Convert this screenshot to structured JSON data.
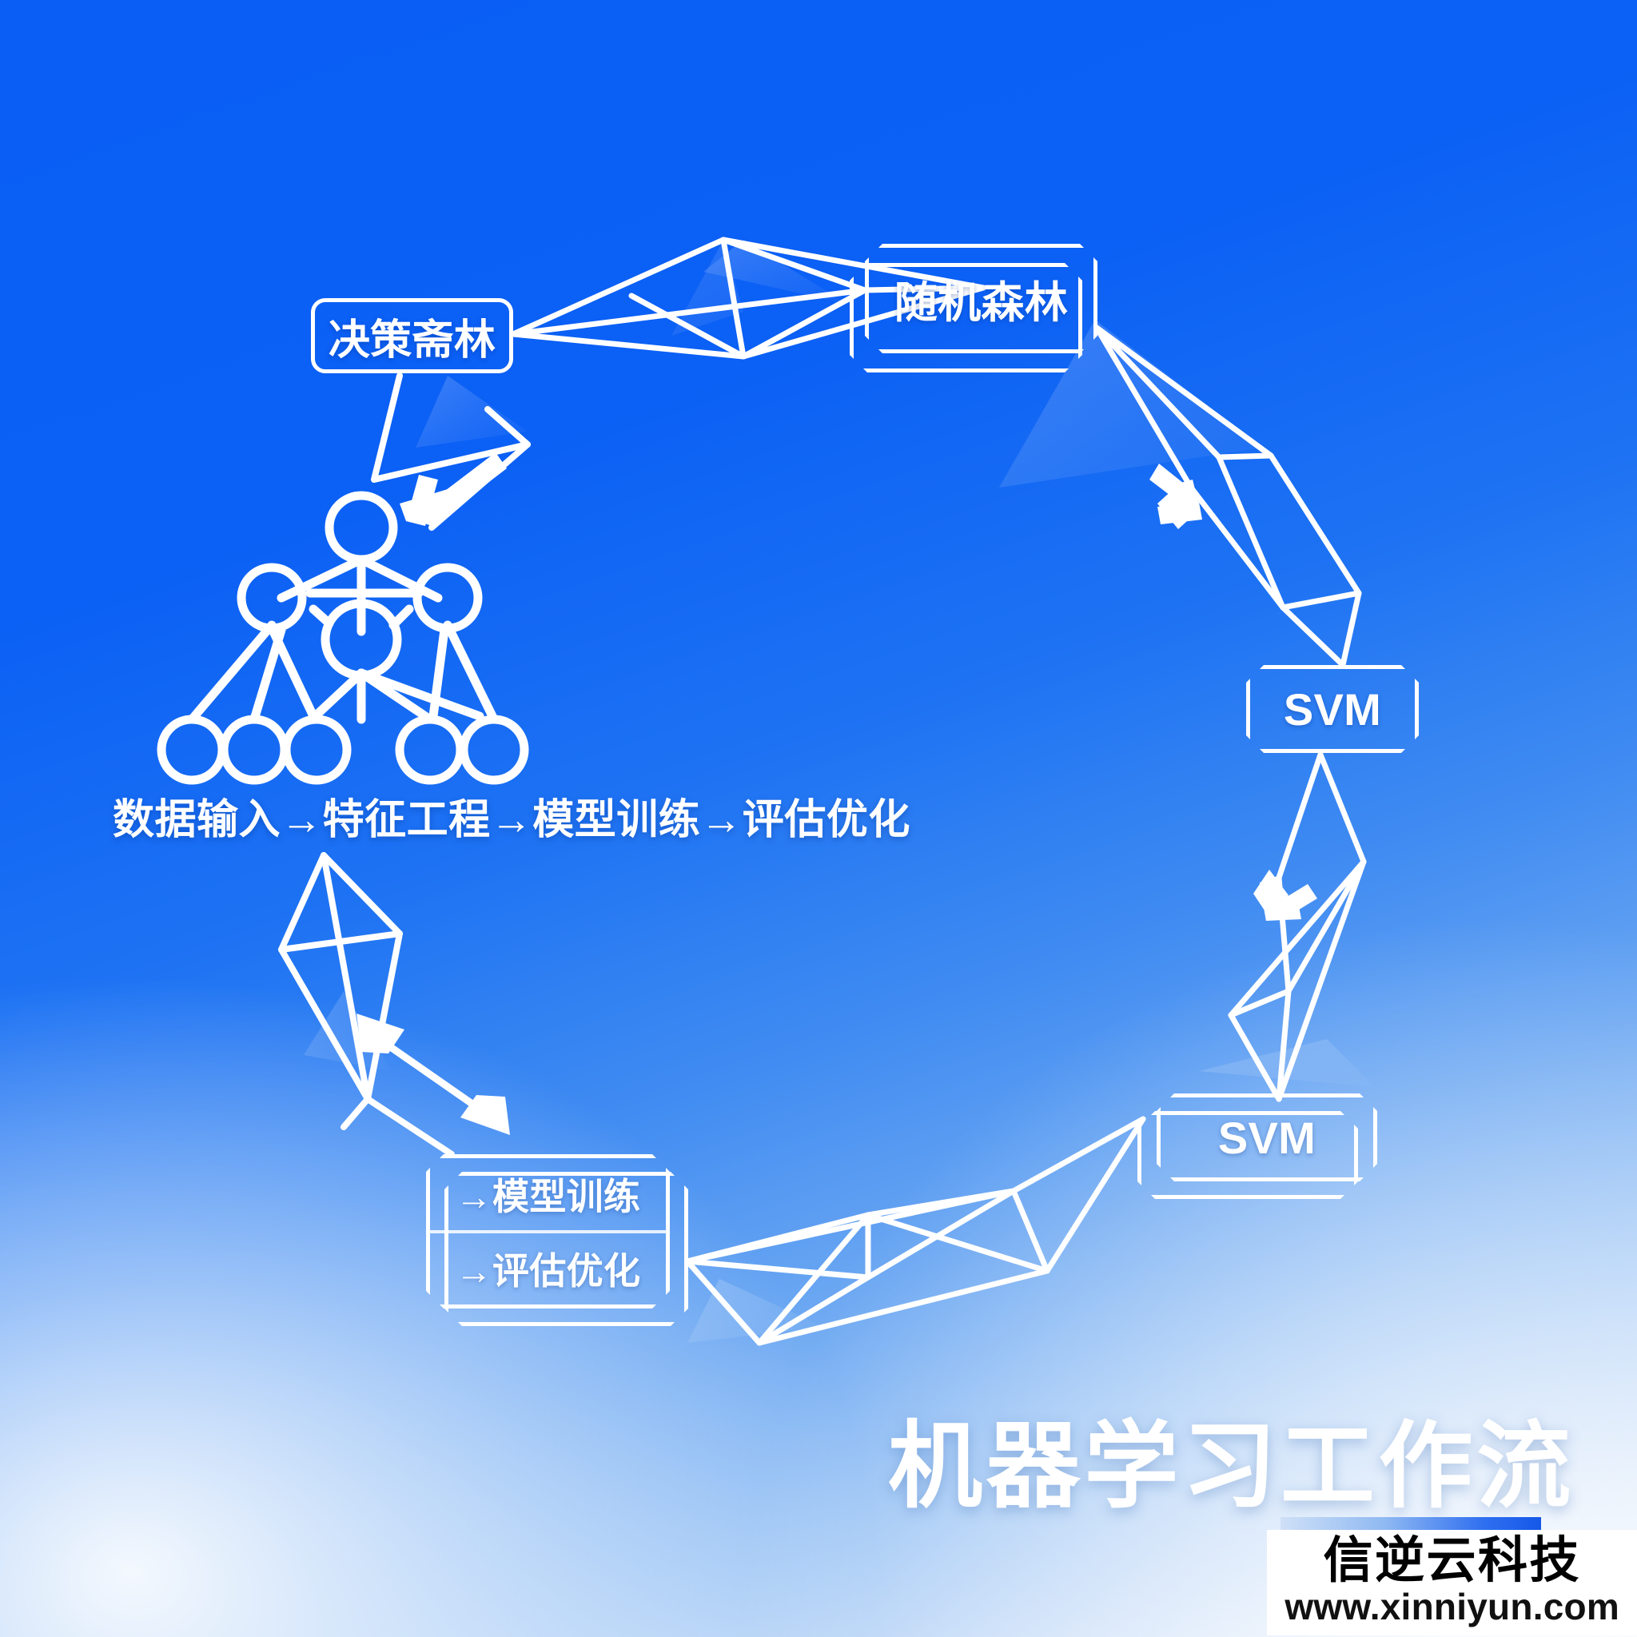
{
  "poster": {
    "title": "机器学习工作流",
    "pipeline_text": "数据输入→特征工程→模型训练→评估优化",
    "background": {
      "top_color": "#0a5ef5",
      "bottom_color": "#eff6fd",
      "line_color": "#ffffff"
    }
  },
  "nodes": {
    "decision_tree": {
      "label": "决策斋林"
    },
    "random_forest": {
      "label": "随机森林"
    },
    "svm_right": {
      "label": "SVM"
    },
    "svm_bottom": {
      "label": "SVM"
    },
    "steps_box": {
      "row_top": "→模型训练",
      "row_bottom": "→评估优化"
    }
  },
  "diagram": {
    "tree_graph": {
      "root_nodes": 1,
      "middle_nodes": 3,
      "leaf_nodes": 5
    },
    "arrows": [
      {
        "name": "arrow-to-tree",
        "direction": "down-left"
      },
      {
        "name": "arrow-forest-to-svm",
        "direction": "down-right"
      },
      {
        "name": "arrow-svm-down",
        "direction": "down"
      },
      {
        "name": "arrow-bidirectional",
        "direction": "both"
      }
    ]
  },
  "watermark": {
    "company": "信逆云科技",
    "url": "www.xinniyun.com",
    "bar_color": "#1558e8"
  }
}
